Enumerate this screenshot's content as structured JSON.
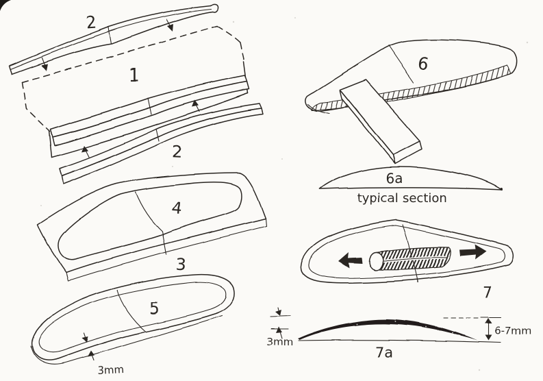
{
  "figure": {
    "type": "hand-drawn instructional diagram",
    "subject": "shaping a model aircraft wing from a balsa block",
    "ink_color": "#2b2724",
    "paper_color": "#fbfaf7"
  },
  "labels": {
    "step1": "1",
    "step2_top": "2",
    "step2_bottom": "2",
    "step3": "3",
    "step4": "4",
    "step5": "5",
    "step6": "6",
    "step6a": "6a",
    "step7": "7",
    "step7a": "7a"
  },
  "captions": {
    "typical_section": "typical section"
  },
  "dimensions": {
    "blank_thickness": "3mm",
    "sheet_thickness": "3mm",
    "camber_height": "6-7mm"
  }
}
